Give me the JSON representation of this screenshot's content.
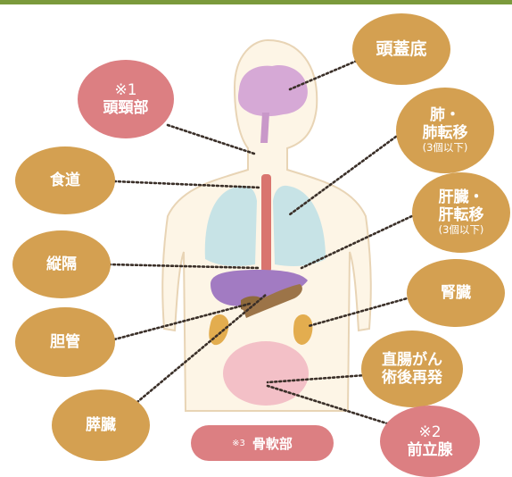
{
  "colors": {
    "bubble": "#d4a051",
    "bubble_pink": "#dc7f82",
    "body_fill": "#fdf5e6",
    "brain": "#d6a9d6",
    "lungs": "#c7e3e6",
    "trachea": "#d9756f",
    "liver": "#a27bc2",
    "kidney": "#e3ad4f",
    "bladder": "#f3c0c7",
    "top_bar": "#7b9a3c"
  },
  "labels": {
    "skull_base": "頭蓋底",
    "head_neck_mark": "※1",
    "head_neck": "頭頸部",
    "lung_1": "肺・",
    "lung_2": "肺転移",
    "lung_sub": "(3個以下)",
    "esophagus": "食道",
    "liver_1": "肝臓・",
    "liver_2": "肝転移",
    "liver_sub": "(3個以下)",
    "mediastinum": "縦隔",
    "kidney": "腎臓",
    "bile_duct": "胆管",
    "rectal_1": "直腸がん",
    "rectal_2": "術後再発",
    "pancreas": "膵臓",
    "bone_mark": "※3",
    "bone": "骨軟部",
    "prostate_mark": "※2",
    "prostate": "前立腺"
  }
}
